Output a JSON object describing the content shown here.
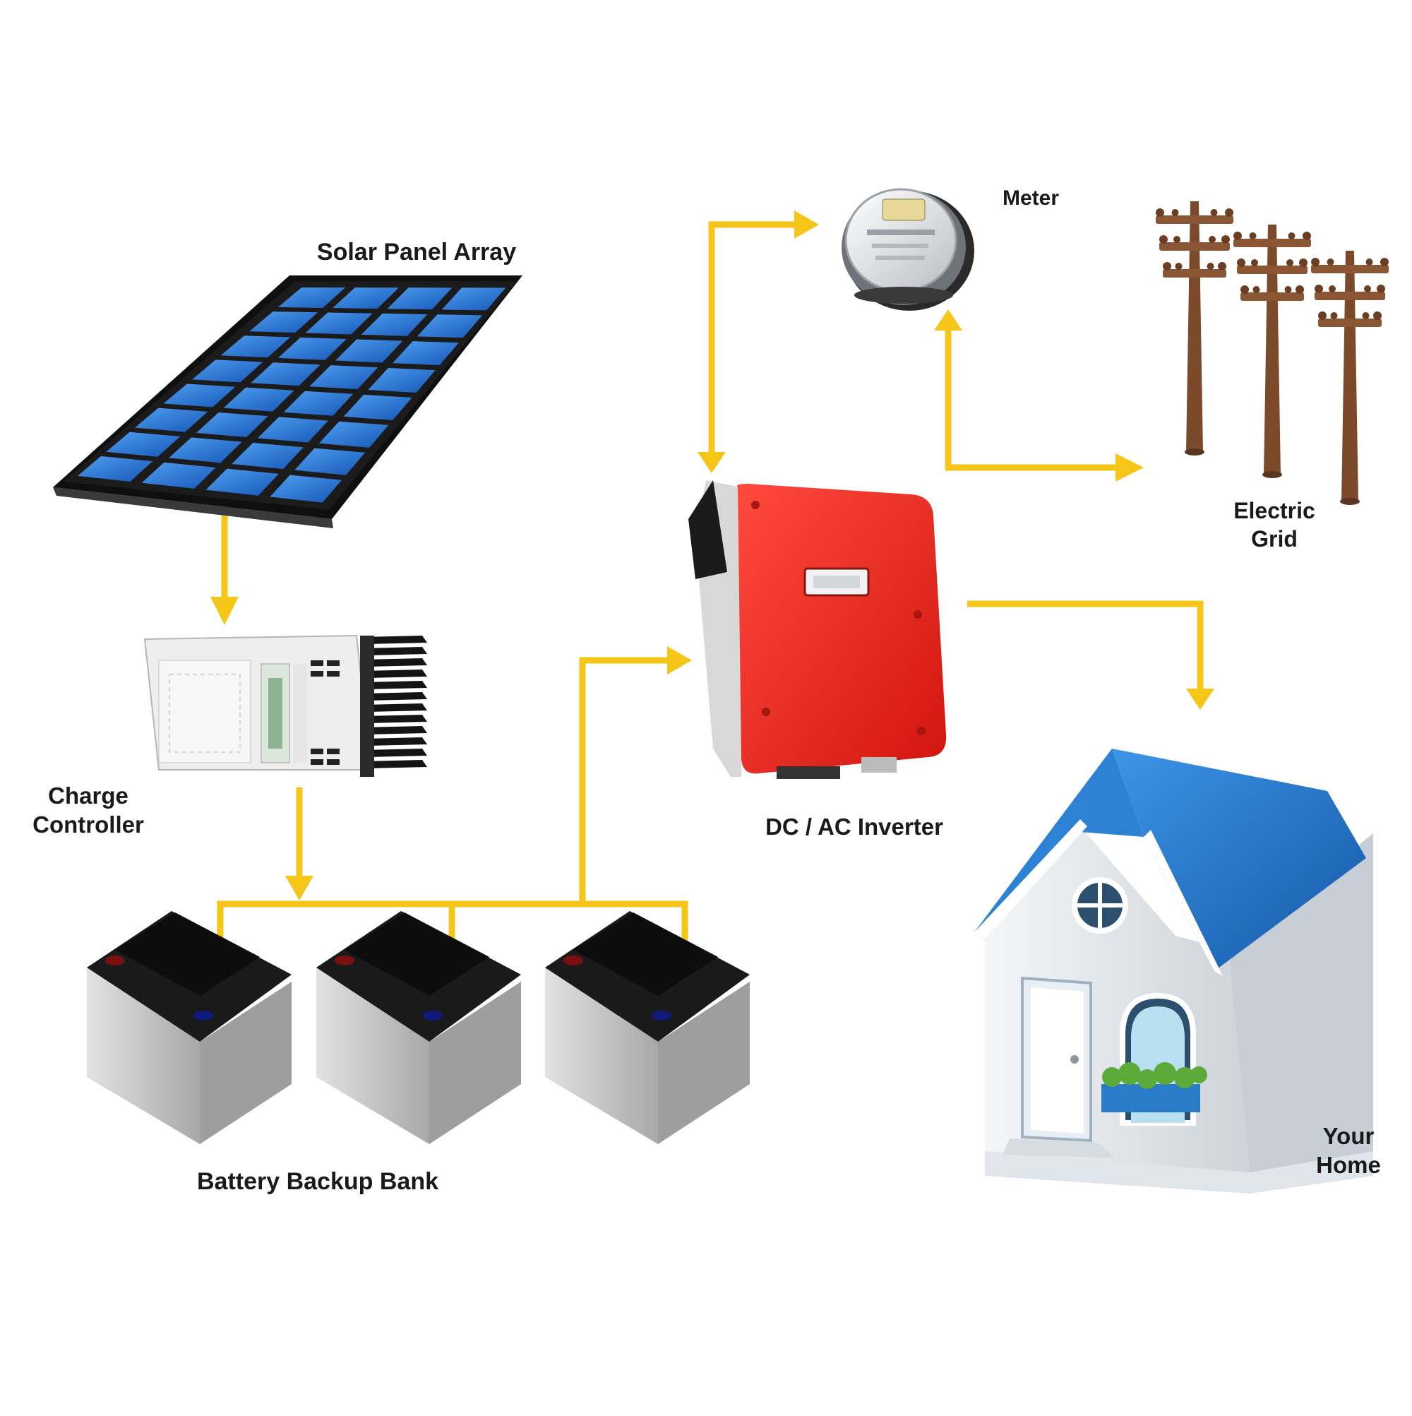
{
  "labels": {
    "solar_panel_array": "Solar Panel Array",
    "meter": "Meter",
    "electric_grid_line1": "Electric",
    "electric_grid_line2": "Grid",
    "charge_controller_line1": "Charge",
    "charge_controller_line2": "Controller",
    "inverter": "DC / AC Inverter",
    "battery_bank": "Battery Backup Bank",
    "home_line1": "Your",
    "home_line2": "Home"
  },
  "colors": {
    "flow_arrow": "#f5c518",
    "panel_cell": "#1f6fd1",
    "panel_frame": "#111111",
    "inverter_body": "#e8261e",
    "roof": "#1f73c9",
    "pole": "#7a4a2a",
    "battery_top": "#151515",
    "battery_body": "#c9c9c9"
  },
  "icons": [
    "solar-panel-icon",
    "charge-controller-icon",
    "battery-icon",
    "inverter-icon",
    "meter-icon",
    "utility-pole-icon",
    "house-icon"
  ]
}
